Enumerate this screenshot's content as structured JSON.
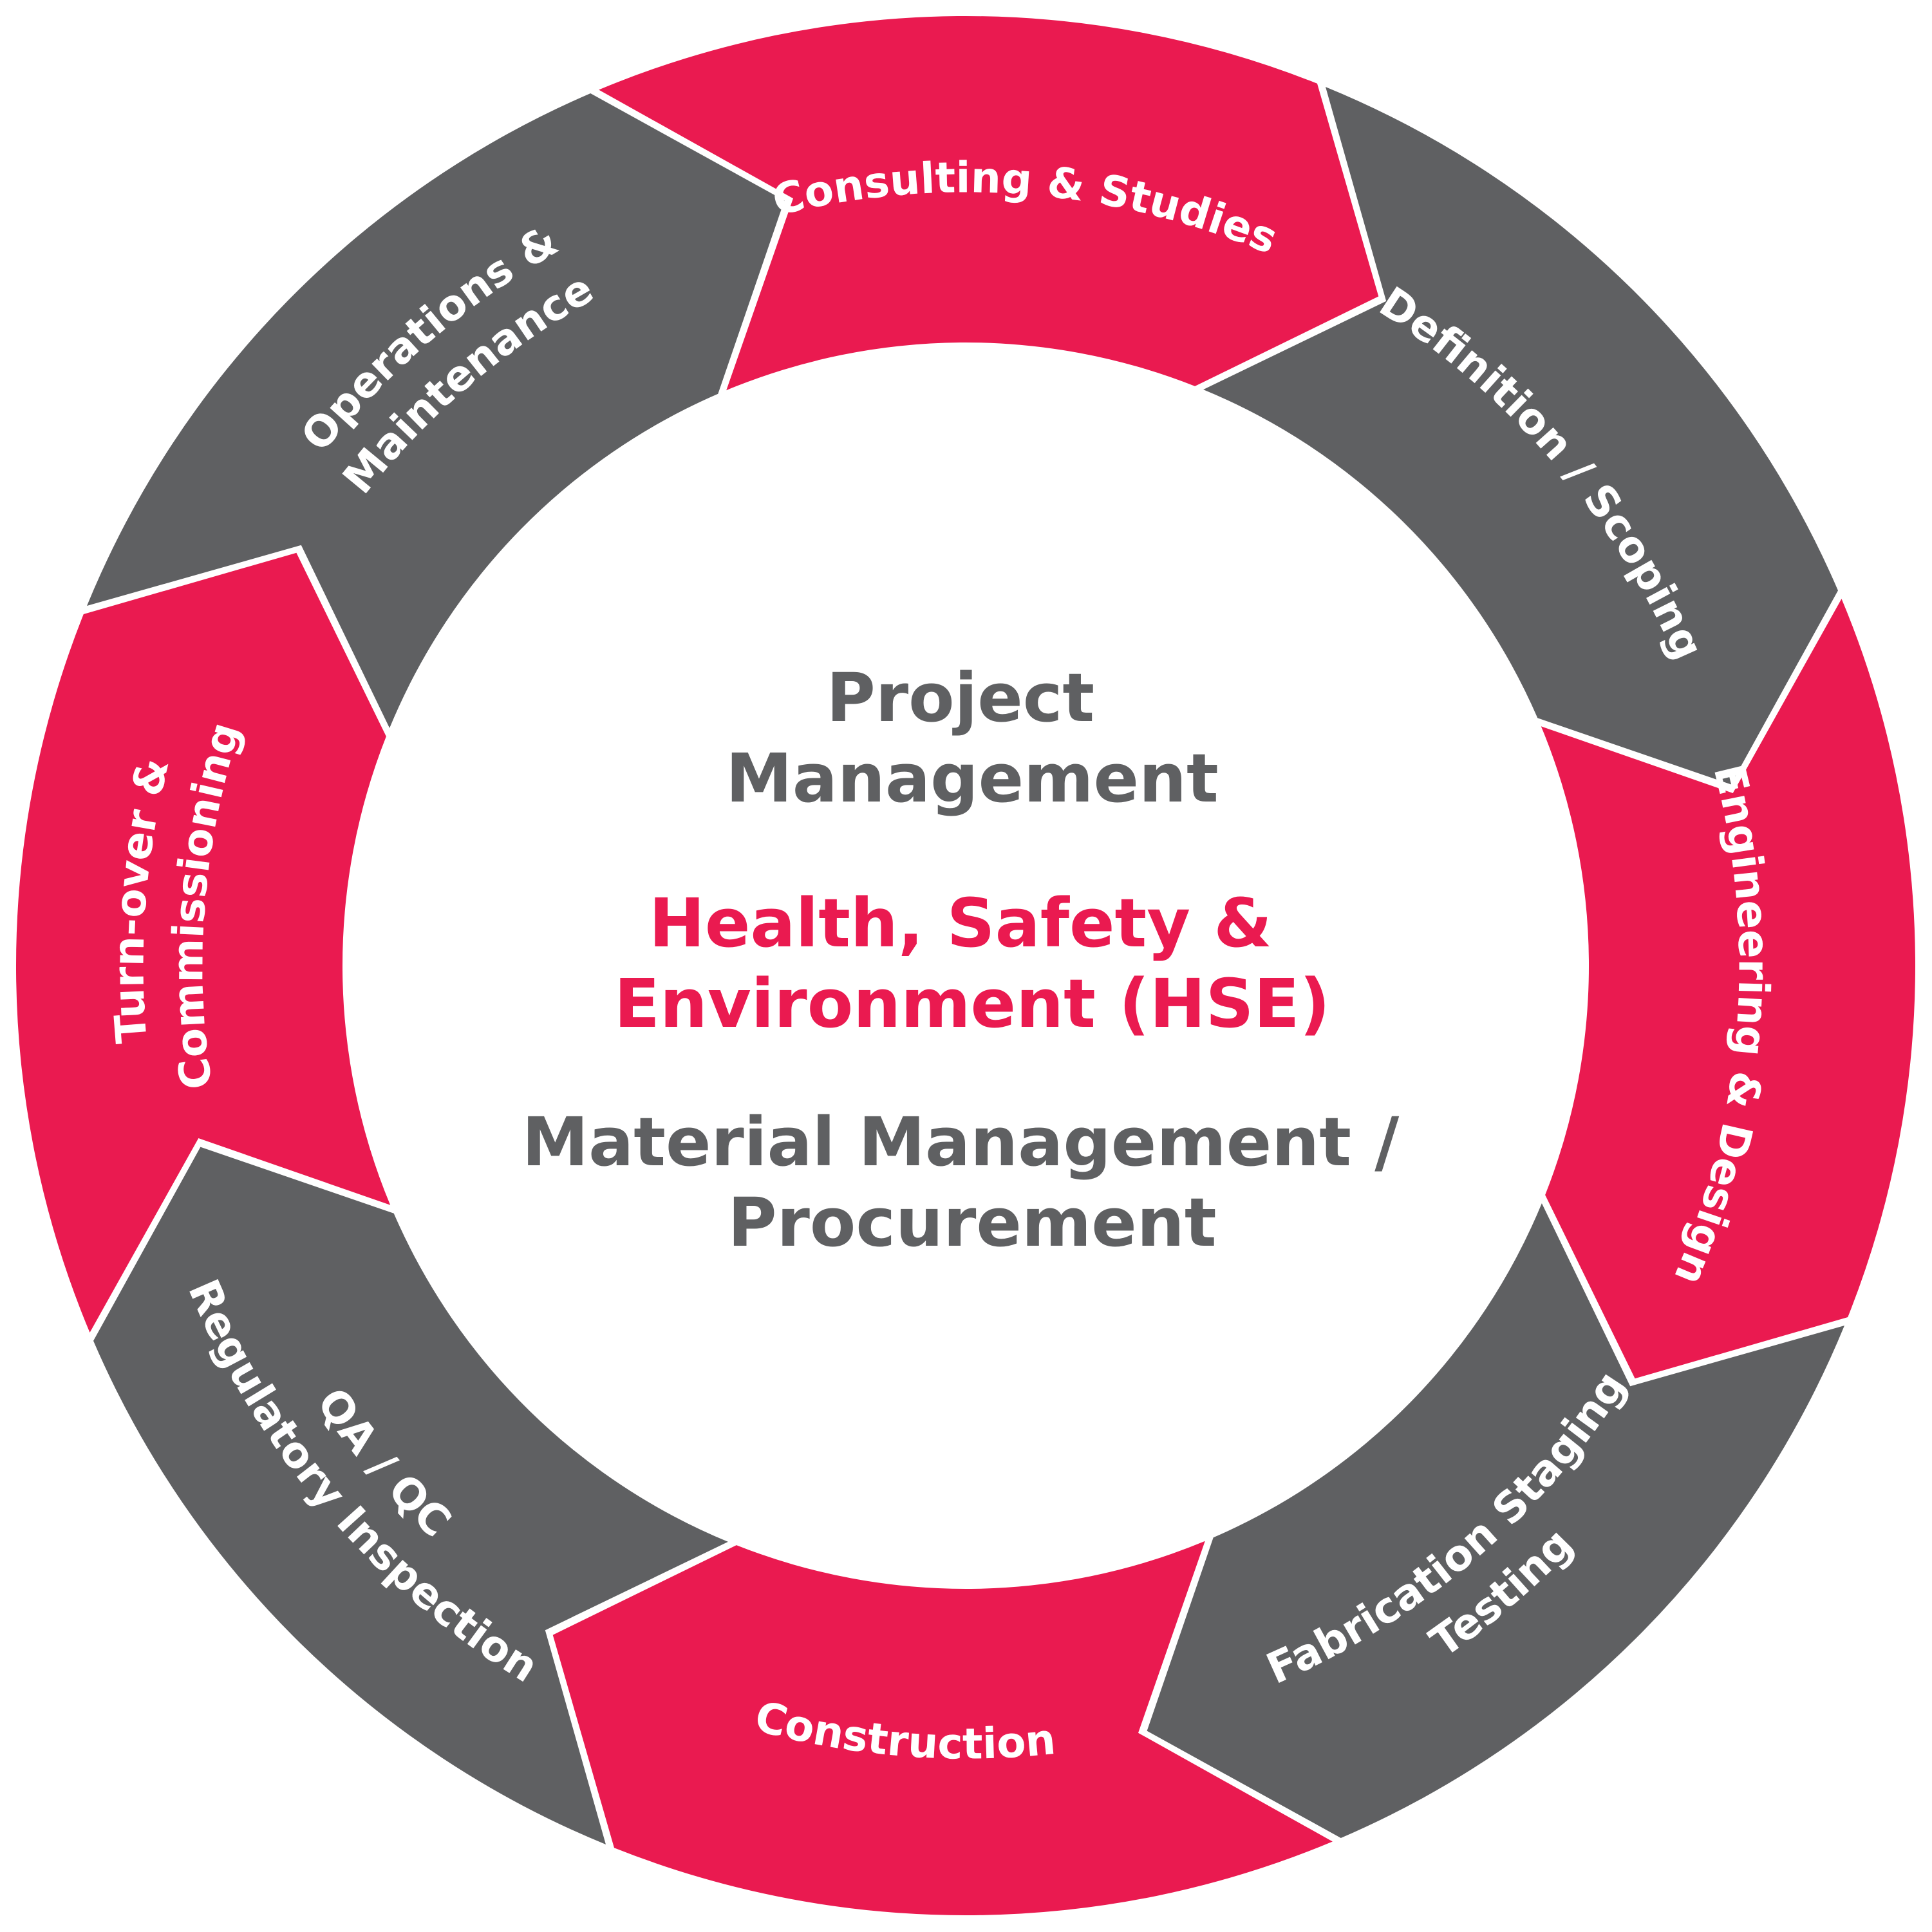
{
  "colors": {
    "pink": "#ea1a50",
    "gray": "#5f6062",
    "white": "#ffffff"
  },
  "segments": [
    {
      "label_lines": [
        "Consulting & Studies"
      ],
      "color": "pink"
    },
    {
      "label_lines": [
        "Definition / Scoping"
      ],
      "color": "gray"
    },
    {
      "label_lines": [
        "Engineering & Design"
      ],
      "color": "pink"
    },
    {
      "label_lines": [
        "Fabrication Staging",
        "Testing"
      ],
      "color": "gray"
    },
    {
      "label_lines": [
        "Construction"
      ],
      "color": "pink"
    },
    {
      "label_lines": [
        "QA / QC",
        "Regulatory Inspection"
      ],
      "color": "gray"
    },
    {
      "label_lines": [
        "Turn-over &",
        "Commissioning"
      ],
      "color": "pink"
    },
    {
      "label_lines": [
        "Operations &",
        "Maintenance"
      ],
      "color": "gray"
    }
  ],
  "center": {
    "project_management": [
      "Project",
      "Management"
    ],
    "hse": [
      "Health, Safety &",
      "Environment (HSE)"
    ],
    "material_management": [
      "Material Management /",
      "Procurement"
    ]
  }
}
